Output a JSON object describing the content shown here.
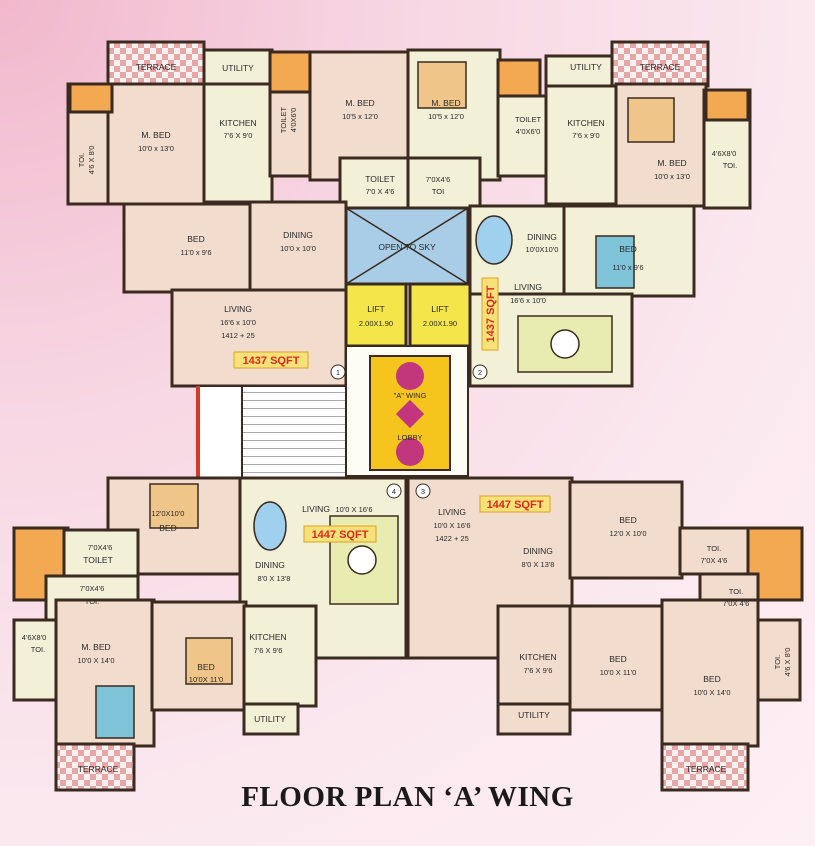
{
  "title": "FLOOR PLAN ‘A’ WING",
  "areas": [
    "1437 SQFT",
    "1437 SQFT",
    "1447 SQFT",
    "1447 SQFT"
  ],
  "core": {
    "open_to_sky": "OPEN TO SKY",
    "lift": "LIFT",
    "lift_size": "2.00X1.90",
    "lobby_wing": "\"A\" WING",
    "lobby": "LOBBY",
    "door_numbers": [
      "1",
      "2",
      "3",
      "4"
    ]
  },
  "rooms": {
    "terrace": "TERRACE",
    "utility": "UTILITY",
    "kitchen": "KITCHEN",
    "mbed": "M. BED",
    "bed": "BED",
    "toilet": "TOILET",
    "toi": "TOI.",
    "dining": "DINING",
    "living": "LIVING"
  },
  "sizes": {
    "tl_mbed": "10'0 x 13'0",
    "tl_toi": "4'6 X 8'0",
    "tl_kitchen": "7'6 X 9'0",
    "tl_toilet": "4'0X6'0",
    "tl_mbed2": "10'5 x 12'0",
    "tl_toilet2": "7'0 X 4'6",
    "tl_bed": "11'0 x 9'6",
    "tl_dining": "10'0 x 10'0",
    "tl_living": "16'6 x 10'0",
    "tl_living_b": "1412 + 25",
    "tr_mbed": "10'5 x 12'0",
    "tr_toi_small": "7'0X4'6",
    "tr_toi_label": "TOI",
    "tr_toilet": "4'0X6'0",
    "tr_kitchen": "7'6 x 9'0",
    "tr_mbed2": "10'0 x 13'0",
    "tr_toi2": "4'6X8'0",
    "tr_dining": "10'0X10'0",
    "tr_bed": "11'0 x 9'6",
    "tr_living": "16'6 x 10'0",
    "bl_bed": "12'0X10'0",
    "bl_living": "10'0 X 16'6",
    "bl_dining": "8'0 X 13'8",
    "bl_toilet": "7'0X4'6",
    "bl_toi": "7'0X4'6",
    "bl_toi2": "4'6X8'0",
    "bl_mbed": "10'0 X 14'0",
    "bl_bed2": "10'0X 11'0",
    "bl_kitchen": "7'6 X 9'6",
    "br_living": "10'0 X 16'6",
    "br_living_b": "1422 + 25",
    "br_dining": "8'0 X 13'8",
    "br_bed": "12'0 X 10'0",
    "br_toi": "7'0X 4'6",
    "br_toi2": "7'0X 4'6",
    "br_kitchen": "7'6 X 9'6",
    "br_bed2": "10'0 X 11'0",
    "br_bed3": "10'0 X 14'0",
    "br_toi3": "4'6 X 8'0"
  },
  "colors": {
    "wall": "#3a2a20",
    "floor_peach": "#f1dccd",
    "floor_cream": "#f3f0d8",
    "open_to_sky": "#a9cde6",
    "lift": "#f4e64a",
    "lobby": "#f5c51e",
    "area_label": "#e0281e",
    "terrace_tile": "#e8a6a6"
  }
}
